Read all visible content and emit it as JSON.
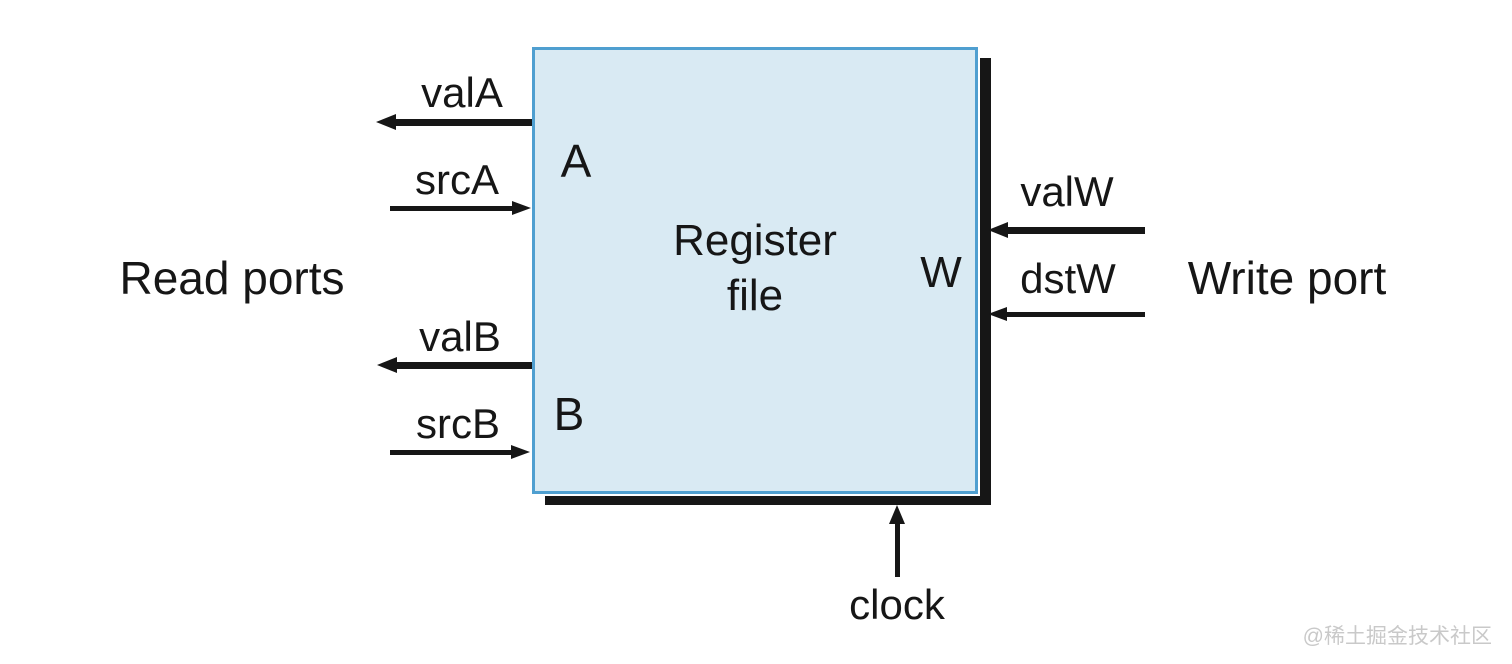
{
  "colors": {
    "block_fill": "#d9eaf3",
    "block_border": "#4f9fd0",
    "line": "#161616",
    "watermark": "#c9c9c9"
  },
  "block": {
    "title_line1": "Register",
    "title_line2": "file",
    "port_a": "A",
    "port_b": "B",
    "port_w": "W"
  },
  "left": {
    "heading": "Read ports",
    "valA": "valA",
    "srcA": "srcA",
    "valB": "valB",
    "srcB": "srcB"
  },
  "right": {
    "heading": "Write port",
    "valW": "valW",
    "dstW": "dstW"
  },
  "bottom": {
    "clock": "clock"
  },
  "watermark": "@稀土掘金技术社区"
}
